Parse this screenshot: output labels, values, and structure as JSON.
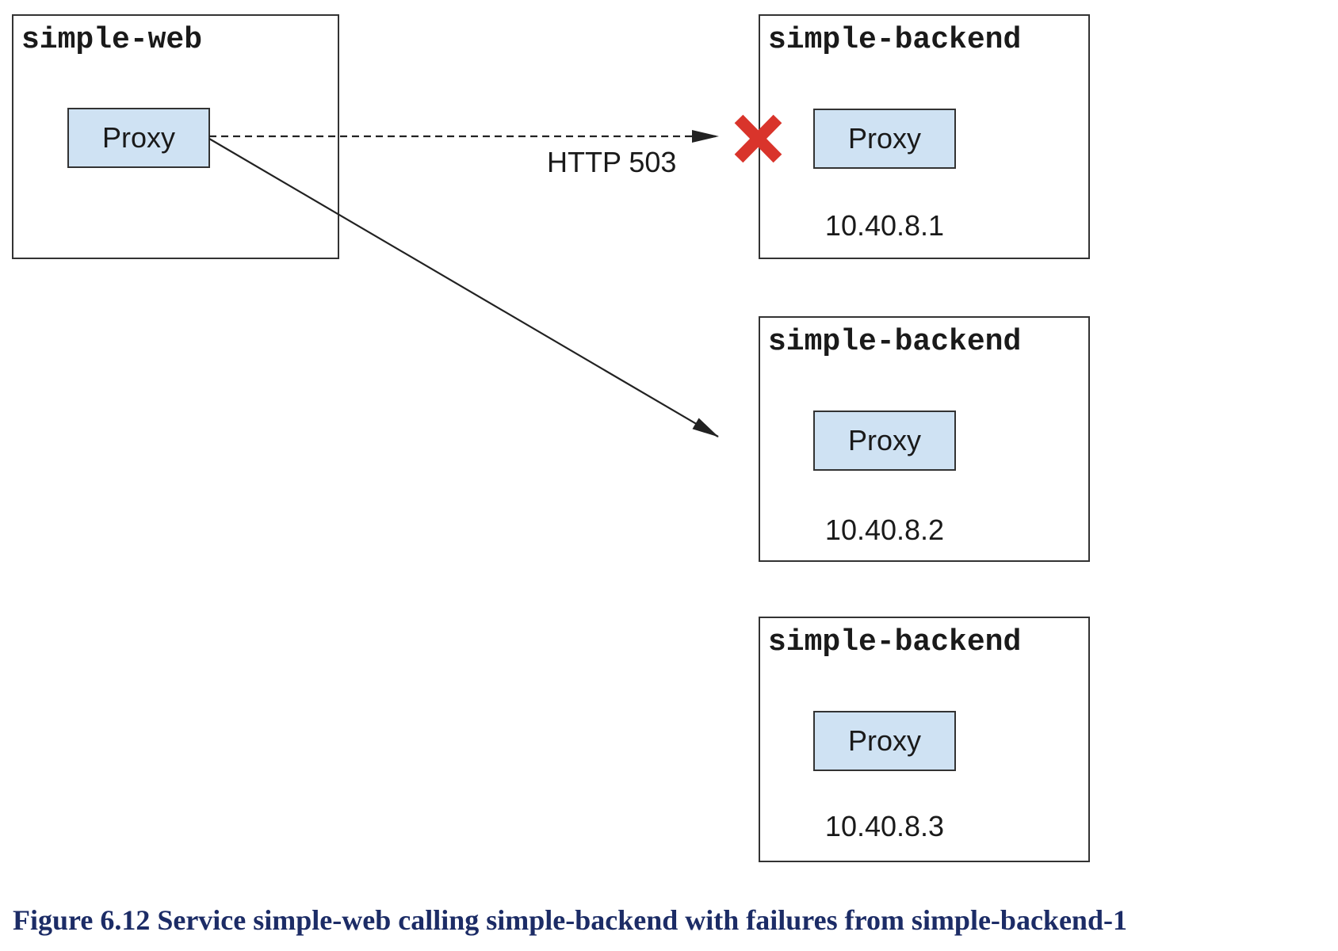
{
  "web": {
    "title": "simple-web",
    "proxy_label": "Proxy"
  },
  "backends": [
    {
      "title": "simple-backend",
      "proxy_label": "Proxy",
      "ip": "10.40.8.1",
      "failed": true
    },
    {
      "title": "simple-backend",
      "proxy_label": "Proxy",
      "ip": "10.40.8.2",
      "failed": false
    },
    {
      "title": "simple-backend",
      "proxy_label": "Proxy",
      "ip": "10.40.8.3",
      "failed": false
    }
  ],
  "failed_call": {
    "label": "HTTP 503",
    "style": "dashed"
  },
  "colors": {
    "proxy_fill": "#cfe2f3",
    "failure_mark": "#d9342b",
    "caption_text": "#1c2c66",
    "border": "#333333"
  },
  "caption": "Figure 6.12 Service simple-web calling simple-backend with failures from simple-backend-1"
}
